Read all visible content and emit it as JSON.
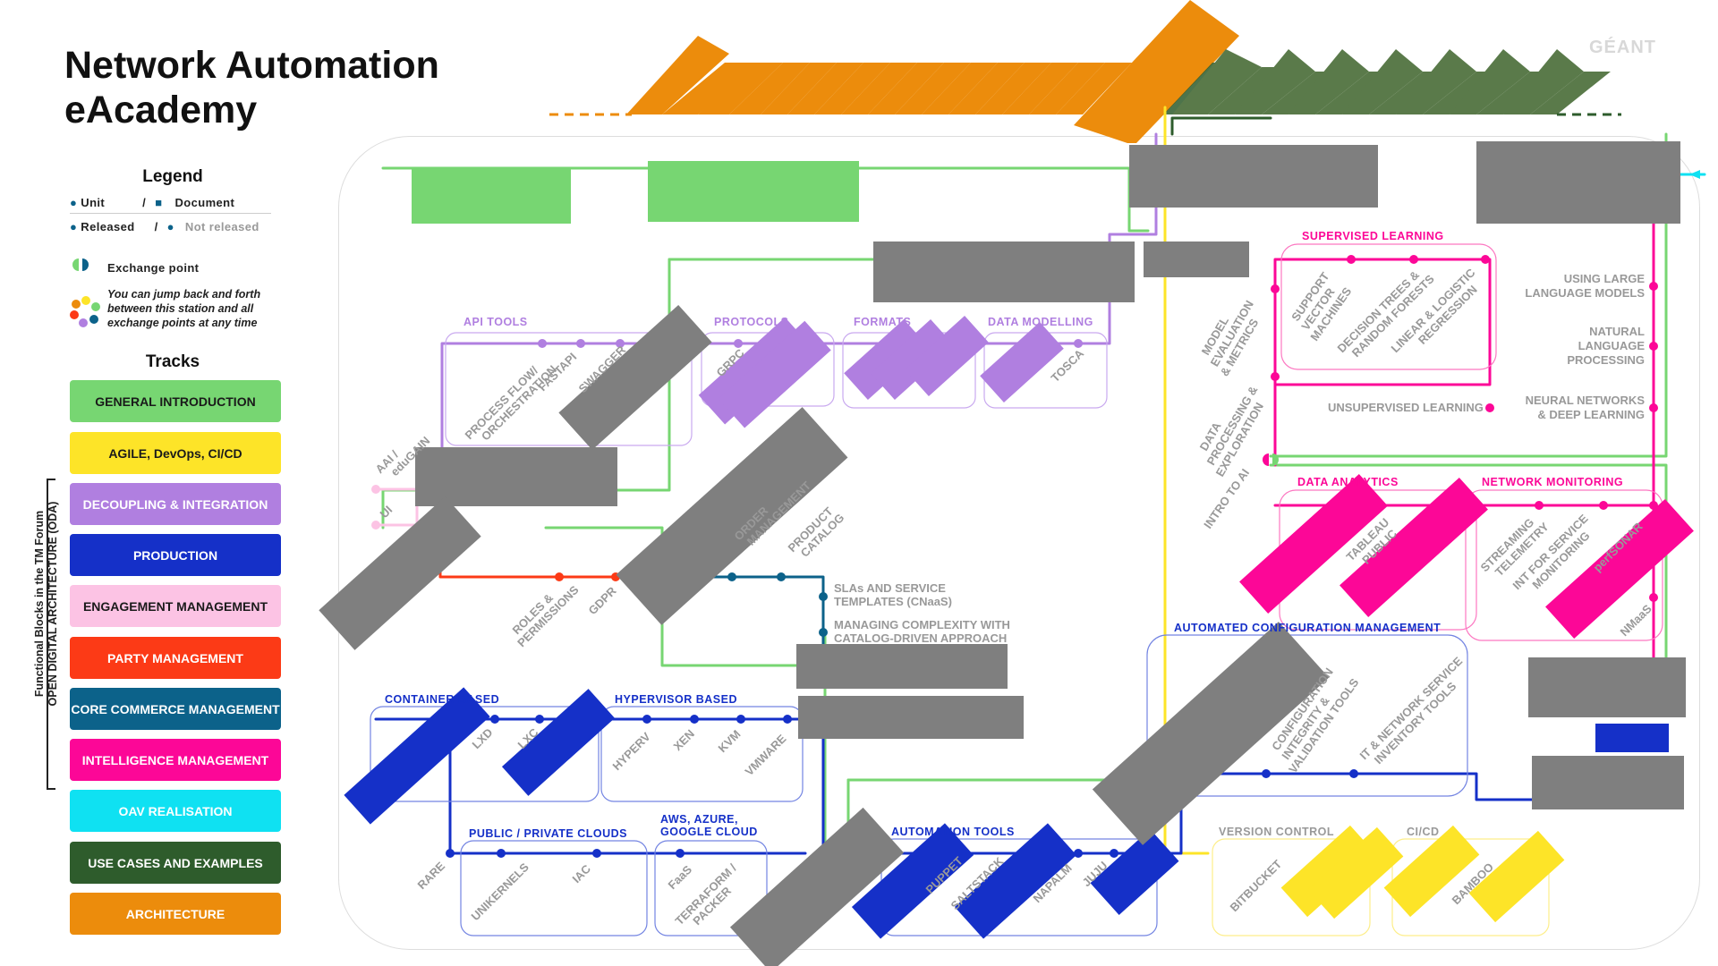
{
  "title": {
    "line1": "Network Automation",
    "line2": "eAcademy"
  },
  "logo": "GÉANT",
  "legend": {
    "title": "Legend",
    "unit": "Unit",
    "document": "Document",
    "released": "Released",
    "not_released": "Not released",
    "separator": "/",
    "exchange_point": "Exchange point",
    "jump_note": "You can jump back and forth between this station and all exchange points at any time"
  },
  "tracks": {
    "title": "Tracks",
    "items": [
      {
        "label": "GENERAL INTRODUCTION",
        "color": "#77d672",
        "text_color": "#1a1a1a"
      },
      {
        "label": "AGILE, DevOps, CI/CD",
        "color": "#fde428",
        "text_color": "#1a1a1a"
      },
      {
        "label": "DECOUPLING & INTEGRATION",
        "color": "#b07fe0",
        "text_color": "#ffffff"
      },
      {
        "label": "PRODUCTION",
        "color": "#1530c8",
        "text_color": "#ffffff"
      },
      {
        "label": "ENGAGEMENT MANAGEMENT",
        "color": "#fcc3e4",
        "text_color": "#1a1a1a"
      },
      {
        "label": "PARTY MANAGEMENT",
        "color": "#fc3a16",
        "text_color": "#ffffff"
      },
      {
        "label": "CORE COMMERCE MANAGEMENT",
        "color": "#0c628a",
        "text_color": "#ffffff"
      },
      {
        "label": "INTELLIGENCE MANAGEMENT",
        "color": "#fc0797",
        "text_color": "#ffffff"
      },
      {
        "label": "OAV REALISATION",
        "color": "#0fe1f2",
        "text_color": "#ffffff"
      },
      {
        "label": "USE CASES AND EXAMPLES",
        "color": "#2e5c2c",
        "text_color": "#ffffff"
      },
      {
        "label": "ARCHITECTURE",
        "color": "#ec8c0c",
        "text_color": "#ffffff"
      }
    ]
  },
  "oda": {
    "line1": "Functional Blocks in the TM Forum",
    "line2": "OPEN DIGITAL ARCHITECTURE (ODA)"
  },
  "groups": {
    "api_tools": "API TOOLS",
    "protocols": "PROTOCOLS",
    "formats": "FORMATS",
    "data_modelling": "DATA MODELLING",
    "supervised": "SUPERVISED LEARNING",
    "data_analytics": "DATA ANALYTICS",
    "network_monitoring": "NETWORK MONITORING",
    "automated_config": "AUTOMATED CONFIGURATION MANAGEMENT",
    "container": "CONTAINER BASED",
    "hypervisor": "HYPERVISOR BASED",
    "clouds": "PUBLIC / PRIVATE CLOUDS",
    "aws_line1": "AWS, AZURE,",
    "aws_line2": "GOOGLE CLOUD",
    "automation_tools": "AUTOMATION TOOLS",
    "version_control": "VERSION CONTROL",
    "cicd": "CI/CD"
  },
  "stations": {
    "process_flow": [
      "PROCESS FLOW/",
      "ORCHESTRATION"
    ],
    "fastapi": "FASTAPI",
    "swagger": "SWAGGER",
    "grpc": "GRPC",
    "tosca": "TOSCA",
    "aai": [
      "AAI /",
      "eduGAIN"
    ],
    "ui": "UI",
    "roles": [
      "ROLES &",
      "PERMISSIONS"
    ],
    "gdpr": "GDPR",
    "order_mgmt": [
      "ORDER",
      "MANAGEMENT"
    ],
    "product_catalog": [
      "PRODUCT",
      "CATALOG"
    ],
    "slas": [
      "SLAs AND SERVICE",
      "TEMPLATES (CNaaS)"
    ],
    "complexity": [
      "MANAGING COMPLEXITY WITH",
      "CATALOG-DRIVEN APPROACH"
    ],
    "lxd": "LXD",
    "lxc": "LXC",
    "hyperv": "HYPERV",
    "xen": "XEN",
    "kvm": "KVM",
    "vmware": "VMWARE",
    "rare": "RARE",
    "unikernels": "UNIKERNELS",
    "iac": "IAC",
    "faas": "FaaS",
    "terraform": [
      "TERRAFORM /",
      "PACKER"
    ],
    "puppet": "PUPPET",
    "saltstack": "SALTSTACK",
    "napalm": "NAPALM",
    "juju": "JUJU",
    "bitbucket": "BITBUCKET",
    "bamboo": "BAMBOO",
    "model_eval": [
      "MODEL",
      "EVALUATION",
      "& METRICS"
    ],
    "data_processing": [
      "DATA",
      "PROCESSING &",
      "EXPLORATION"
    ],
    "intro_ai": "INTRO TO AI",
    "svm": [
      "SUPPORT",
      "VECTOR",
      "MACHINES"
    ],
    "decision_trees": [
      "DECISION TREES &",
      "RANDOM FORESTS"
    ],
    "regression": [
      "LINEAR & LOGISTIC",
      "REGRESSION"
    ],
    "unsupervised": "UNSUPERVISED LEARNING",
    "large_lm": [
      "USING LARGE",
      "LANGUAGE MODELS"
    ],
    "nlp": [
      "NATURAL",
      "LANGUAGE",
      "PROCESSING"
    ],
    "neural": [
      "NEURAL NETWORKS",
      "& DEEP LEARNING"
    ],
    "tableau": [
      "TABLEAU",
      "PUBLIC"
    ],
    "streaming": [
      "STREAMING",
      "TELEMETRY"
    ],
    "int": [
      "INT FOR SERVICE",
      "MONITORING"
    ],
    "perfsonar": "perfSONAR",
    "nmaas": "NMaaS",
    "config_integrity": [
      "CONFIGURATION",
      "INTEGRITY &",
      "VALIDATION TOOLS"
    ],
    "it_network": [
      "IT & NETWORK SERVICE",
      "INVENTORY TOOLS"
    ]
  }
}
